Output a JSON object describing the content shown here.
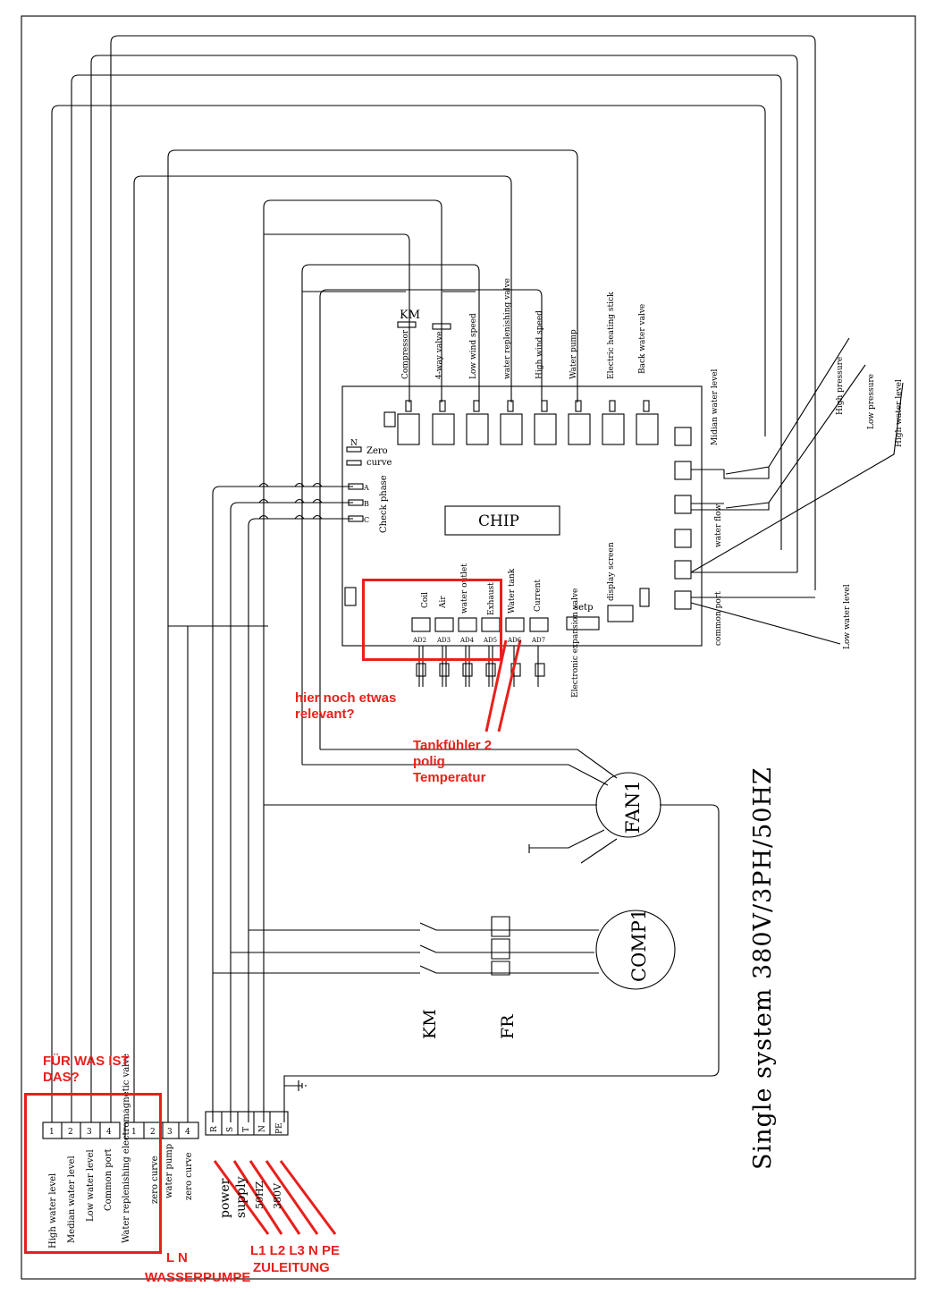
{
  "title_text": "Single system 380V/3PH/50HZ",
  "chip_label": "CHIP",
  "outputs": [
    {
      "label": "Compressor"
    },
    {
      "label": "4-way valve"
    },
    {
      "label": "Low wind speed"
    },
    {
      "label": "water replenishing valve"
    },
    {
      "label": "High wind speed"
    },
    {
      "label": "Water pump"
    },
    {
      "label": "Electric heating stick"
    },
    {
      "label": "Back water valve"
    }
  ],
  "contactor_label": "KM",
  "zero_curve": {
    "n": "N",
    "zero": "Zero",
    "curve": "curve"
  },
  "check_phase": {
    "label": "Check phase",
    "a": "A",
    "b": "B",
    "c": "C"
  },
  "right_terminals": {
    "midian": "Midian water level",
    "water_flow": "water flow",
    "common_port": "common port",
    "high_pressure": "High pressure",
    "low_pressure": "Low pressure",
    "high_water_level": "High water level",
    "low_water_level": "Low water level"
  },
  "sensors": [
    {
      "label": "Coil",
      "port": "AD2"
    },
    {
      "label": "Air",
      "port": "AD3"
    },
    {
      "label": "water outlet",
      "port": "AD4"
    },
    {
      "label": "Exhaust",
      "port": "AD5"
    },
    {
      "label": "Water tank",
      "port": "AD6"
    },
    {
      "label": "Current",
      "port": "AD7"
    }
  ],
  "setp_label": "setp",
  "display_label": "display screen",
  "eev_label": "Electronic expansion valve",
  "fan_label": "FAN1",
  "comp_label": "COMP1",
  "km_label": "KM",
  "fr_label": "FR",
  "terminal_block_left": {
    "numbers": [
      "1",
      "2",
      "3",
      "4",
      "1",
      "2",
      "3",
      "4"
    ],
    "labels": [
      "High water level",
      "Median water level",
      "Low water level",
      "Common port",
      "Water replenishing electromagnetic valve",
      "zero curve",
      "water pump",
      "zero curve"
    ]
  },
  "power_block": {
    "terminals": [
      "R",
      "S",
      "T",
      "N",
      "PE"
    ],
    "label_power": "power",
    "label_supply": "supply",
    "label_hz": "50HZ",
    "label_v": "380V"
  },
  "annotations": {
    "relevant": "hier noch etwas relevant?",
    "tank_sensor": "Tankfühler 2 polig Temperatur",
    "what_for": "FÜR WAS IST DAS?",
    "ln": "L   N",
    "pump": "WASSERPUMPE",
    "feed_top": "L1 L2 L3 N PE",
    "feed_bottom": "ZULEITUNG"
  },
  "colors": {
    "line": "#000000",
    "annotation": "#e8201b"
  }
}
